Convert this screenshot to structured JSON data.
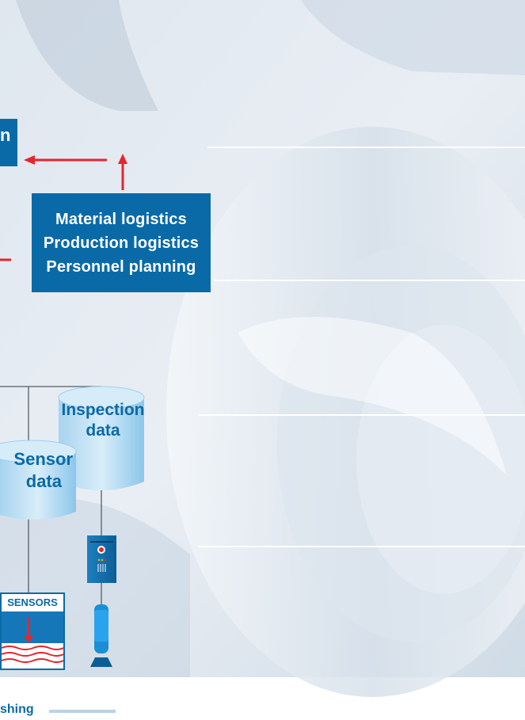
{
  "labels": {
    "cut_top": "n",
    "logistics": [
      "Material logistics",
      "Production logistics",
      "Personnel planning"
    ],
    "inspection_data": [
      "Inspection",
      "data"
    ],
    "sensor_data": [
      "Sensor",
      "data"
    ],
    "sensors": "SENSORS",
    "footer": "shing"
  },
  "colors": {
    "box_blue": "#0a6aa8",
    "arrow_red": "#e5252f",
    "cylinder_light": "#bfe0f3",
    "cylinder_mid": "#8cc6ea"
  },
  "icons": {
    "terminal": "terminal-icon",
    "camera": "camera-icon",
    "wave": "wave-icon"
  }
}
